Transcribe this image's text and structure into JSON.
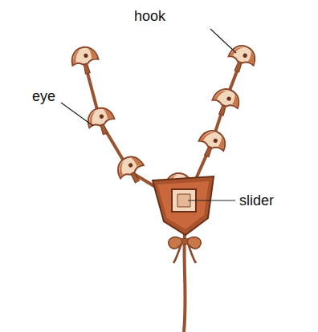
{
  "diagram": {
    "labels": [
      "hook",
      "eye",
      "slider"
    ]
  }
}
